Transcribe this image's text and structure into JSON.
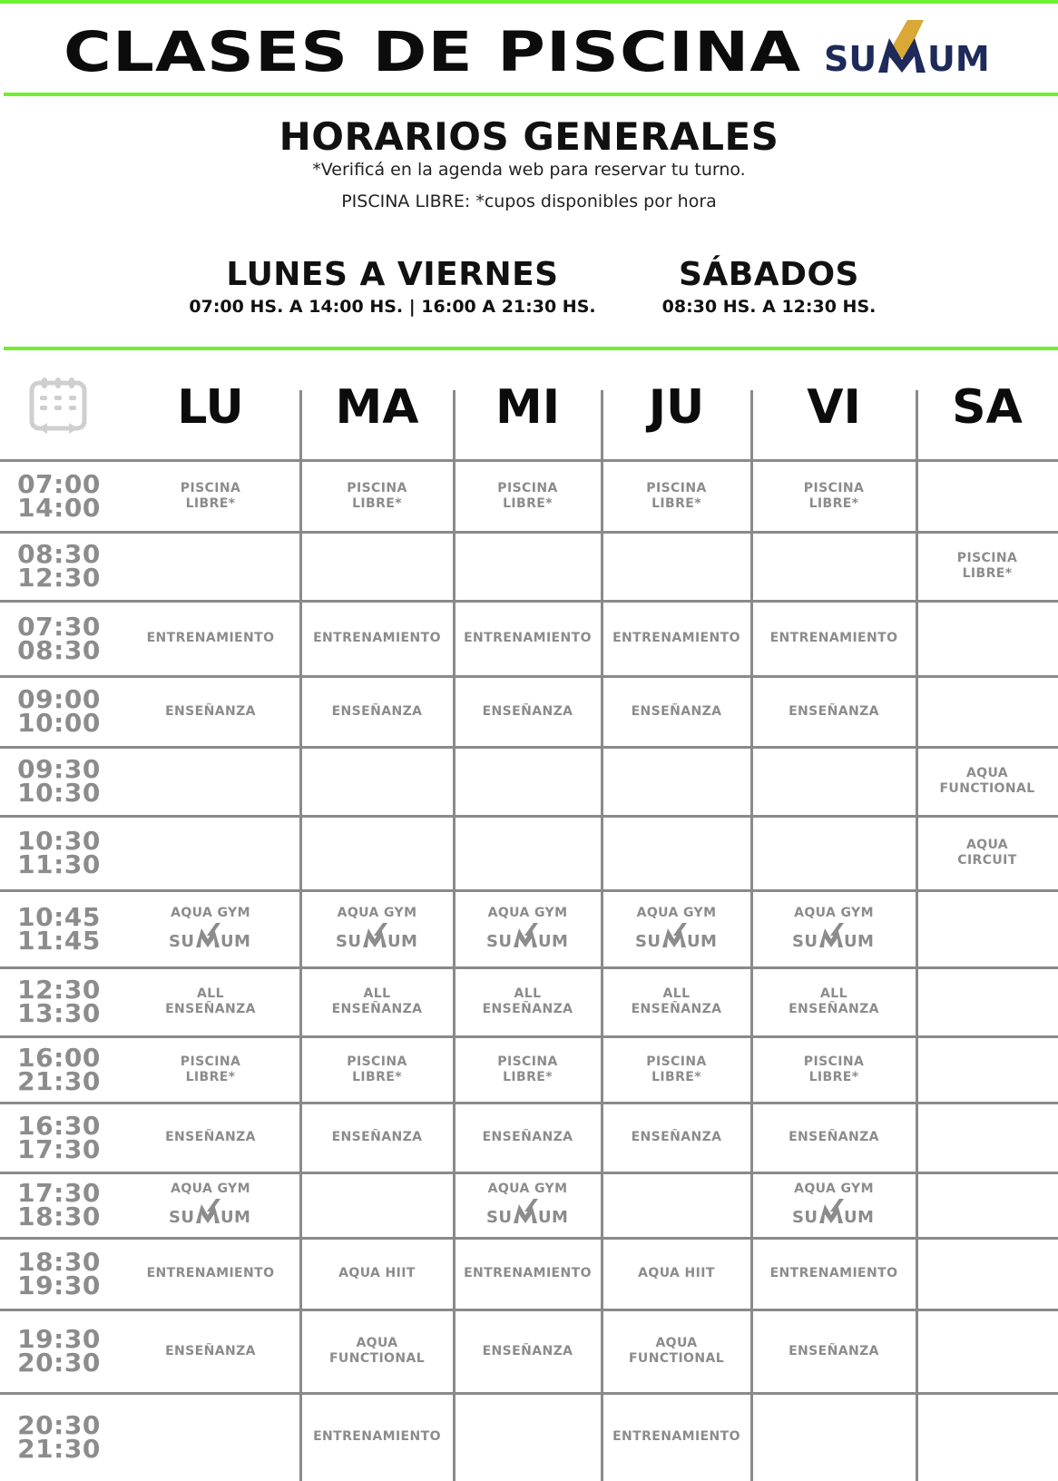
{
  "header": {
    "title": "CLASES DE PISCINA",
    "brand": "SUMUM"
  },
  "intro": {
    "subtitle": "HORARIOS GENERALES",
    "note1": "*Verificá en la agenda web para reservar tu turno.",
    "note2": "PISCINA LIBRE: *cupos disponibles por hora"
  },
  "hours": {
    "weekdays_title": "LUNES A VIERNES",
    "weekdays_hours": "07:00 HS. A 14:00 HS.  |  16:00 A 21:30 HS.",
    "saturday_title": "SÁBADOS",
    "saturday_hours": "08:30 HS. A 12:30 HS."
  },
  "colors": {
    "accent_green": "#6ef030",
    "logo_navy": "#1d2a5a",
    "logo_gold": "#d9a836",
    "grid_gray": "#8a8a8a",
    "cell_text": "#8c8c8c"
  },
  "icons": {
    "calendar": "calendar-icon"
  },
  "days": [
    "LU",
    "MA",
    "MI",
    "JU",
    "VI",
    "SA"
  ],
  "rows": [
    {
      "start": "07:00",
      "end": "14:00",
      "cells": [
        [
          "PISCINA",
          "LIBRE*"
        ],
        [
          "PISCINA",
          "LIBRE*"
        ],
        [
          "PISCINA",
          "LIBRE*"
        ],
        [
          "PISCINA",
          "LIBRE*"
        ],
        [
          "PISCINA",
          "LIBRE*"
        ],
        []
      ]
    },
    {
      "start": "08:30",
      "end": "12:30",
      "cells": [
        [],
        [],
        [],
        [],
        [],
        [
          "PISCINA",
          "LIBRE*"
        ]
      ]
    },
    {
      "start": "07:30",
      "end": "08:30",
      "cells": [
        [
          "ENTRENAMIENTO"
        ],
        [
          "ENTRENAMIENTO"
        ],
        [
          "ENTRENAMIENTO"
        ],
        [
          "ENTRENAMIENTO"
        ],
        [
          "ENTRENAMIENTO"
        ],
        []
      ]
    },
    {
      "start": "09:00",
      "end": "10:00",
      "cells": [
        [
          "ENSEÑANZA"
        ],
        [
          "ENSEÑANZA"
        ],
        [
          "ENSEÑANZA"
        ],
        [
          "ENSEÑANZA"
        ],
        [
          "ENSEÑANZA"
        ],
        []
      ]
    },
    {
      "start": "09:30",
      "end": "10:30",
      "cells": [
        [],
        [],
        [],
        [],
        [],
        [
          "AQUA",
          "FUNCTIONAL"
        ]
      ]
    },
    {
      "start": "10:30",
      "end": "11:30",
      "cells": [
        [],
        [],
        [],
        [],
        [],
        [
          "AQUA",
          "CIRCUIT"
        ]
      ]
    },
    {
      "start": "10:45",
      "end": "11:45",
      "cells": [
        [
          "AQUA GYM",
          "SUMUM"
        ],
        [
          "AQUA GYM",
          "SUMUM"
        ],
        [
          "AQUA GYM",
          "SUMUM"
        ],
        [
          "AQUA GYM",
          "SUMUM"
        ],
        [
          "AQUA GYM",
          "SUMUM"
        ],
        []
      ]
    },
    {
      "start": "12:30",
      "end": "13:30",
      "cells": [
        [
          "ALL",
          "ENSEÑANZA"
        ],
        [
          "ALL",
          "ENSEÑANZA"
        ],
        [
          "ALL",
          "ENSEÑANZA"
        ],
        [
          "ALL",
          "ENSEÑANZA"
        ],
        [
          "ALL",
          "ENSEÑANZA"
        ],
        []
      ]
    },
    {
      "start": "16:00",
      "end": "21:30",
      "cells": [
        [
          "PISCINA",
          "LIBRE*"
        ],
        [
          "PISCINA",
          "LIBRE*"
        ],
        [
          "PISCINA",
          "LIBRE*"
        ],
        [
          "PISCINA",
          "LIBRE*"
        ],
        [
          "PISCINA",
          "LIBRE*"
        ],
        []
      ]
    },
    {
      "start": "16:30",
      "end": "17:30",
      "cells": [
        [
          "ENSEÑANZA"
        ],
        [
          "ENSEÑANZA"
        ],
        [
          "ENSEÑANZA"
        ],
        [
          "ENSEÑANZA"
        ],
        [
          "ENSEÑANZA"
        ],
        []
      ]
    },
    {
      "start": "17:30",
      "end": "18:30",
      "cells": [
        [
          "AQUA GYM",
          "SUMUM"
        ],
        [],
        [
          "AQUA GYM",
          "SUMUM"
        ],
        [],
        [
          "AQUA GYM",
          "SUMUM"
        ],
        []
      ]
    },
    {
      "start": "18:30",
      "end": "19:30",
      "cells": [
        [
          "ENTRENAMIENTO"
        ],
        [
          "AQUA HIIT"
        ],
        [
          "ENTRENAMIENTO"
        ],
        [
          "AQUA HIIT"
        ],
        [
          "ENTRENAMIENTO"
        ],
        []
      ]
    },
    {
      "start": "19:30",
      "end": "20:30",
      "cells": [
        [
          "ENSEÑANZA"
        ],
        [
          "AQUA",
          "FUNCTIONAL"
        ],
        [
          "ENSEÑANZA"
        ],
        [
          "AQUA",
          "FUNCTIONAL"
        ],
        [
          "ENSEÑANZA"
        ],
        []
      ]
    },
    {
      "start": "20:30",
      "end": "21:30",
      "cells": [
        [],
        [
          "ENTRENAMIENTO"
        ],
        [],
        [
          "ENTRENAMIENTO"
        ],
        [],
        []
      ]
    }
  ]
}
